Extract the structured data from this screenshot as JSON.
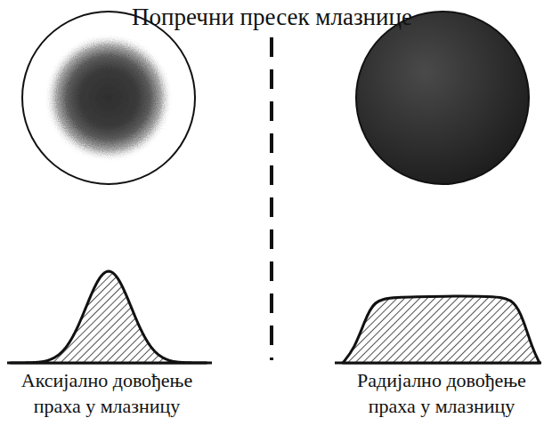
{
  "diagram": {
    "title": "Попречни пресек млазнице",
    "labels": [
      "Аксијално довођење праха у млазницу",
      "Радијално довођење праха у млазницу"
    ]
  }
}
